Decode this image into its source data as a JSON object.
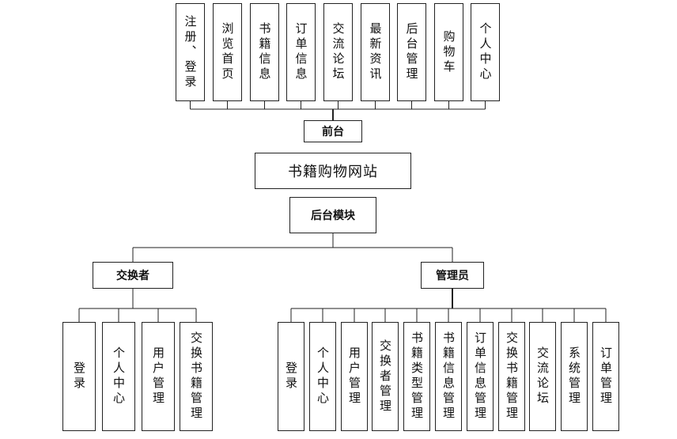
{
  "root": {
    "label": "书籍购物网站"
  },
  "frontend": {
    "label": "前台",
    "children": [
      "注册、登录",
      "浏览首页",
      "书籍信息",
      "订单信息",
      "交流论坛",
      "最新资讯",
      "后台管理",
      "购物车",
      "个人中心"
    ]
  },
  "backend": {
    "label": "后台模块"
  },
  "exchanger": {
    "label": "交换者",
    "children": [
      "登录",
      "个人中心",
      "用户管理",
      "交换书籍管理"
    ]
  },
  "admin": {
    "label": "管理员",
    "children": [
      "登录",
      "个人中心",
      "用户管理",
      "交换者管理",
      "书籍类型管理",
      "书籍信息管理",
      "订单信息管理",
      "交换书籍管理",
      "交流论坛",
      "系统管理",
      "订单管理"
    ]
  }
}
